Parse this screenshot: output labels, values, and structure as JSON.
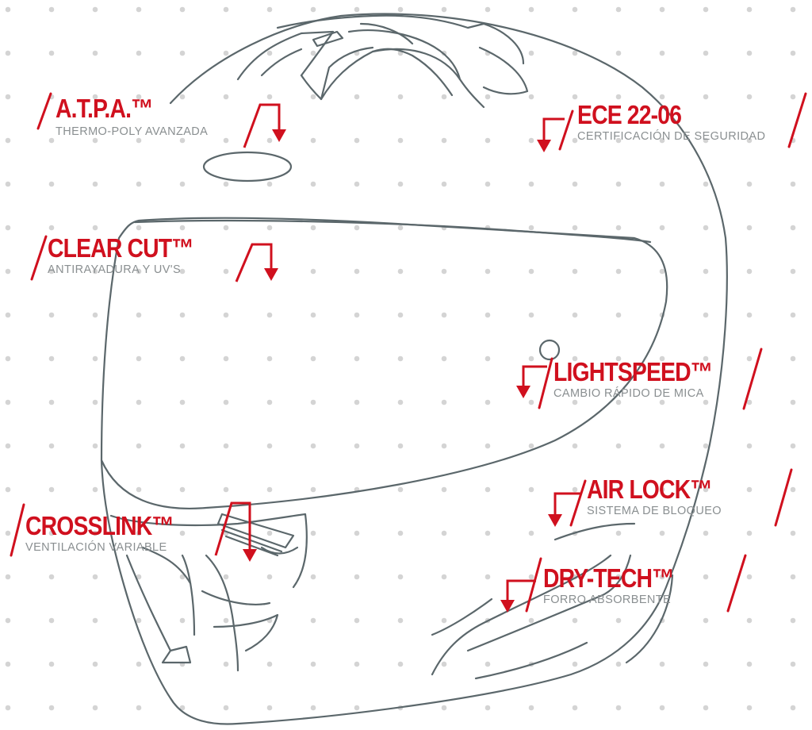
{
  "colors": {
    "accent": "#d0101e",
    "outline": "#5b676b",
    "subtext": "#8a8f91",
    "dots": "#d4d4d4",
    "background": "#ffffff"
  },
  "features": [
    {
      "id": "atpa",
      "title": "A.T.P.A.™",
      "subtitle": "THERMO-POLY AVANZADA"
    },
    {
      "id": "ece",
      "title": "ECE 22-06",
      "subtitle": "CERTIFICACIÓN DE SEGURIDAD"
    },
    {
      "id": "clearcut",
      "title": "CLEAR CUT™",
      "subtitle": "ANTIRAYADURA Y UV'S"
    },
    {
      "id": "lightspeed",
      "title": "LIGHTSPEED™",
      "subtitle": "CAMBIO RÁPIDO DE MICA"
    },
    {
      "id": "crosslink",
      "title": "CROSSLINK™",
      "subtitle": "VENTILACIÓN VARIABLE"
    },
    {
      "id": "airlock",
      "title": "AIR LOCK™",
      "subtitle": "SISTEMA DE BLOQUEO"
    },
    {
      "id": "drytech",
      "title": "DRY-TECH™",
      "subtitle": "FORRO ABSORBENTE"
    }
  ]
}
